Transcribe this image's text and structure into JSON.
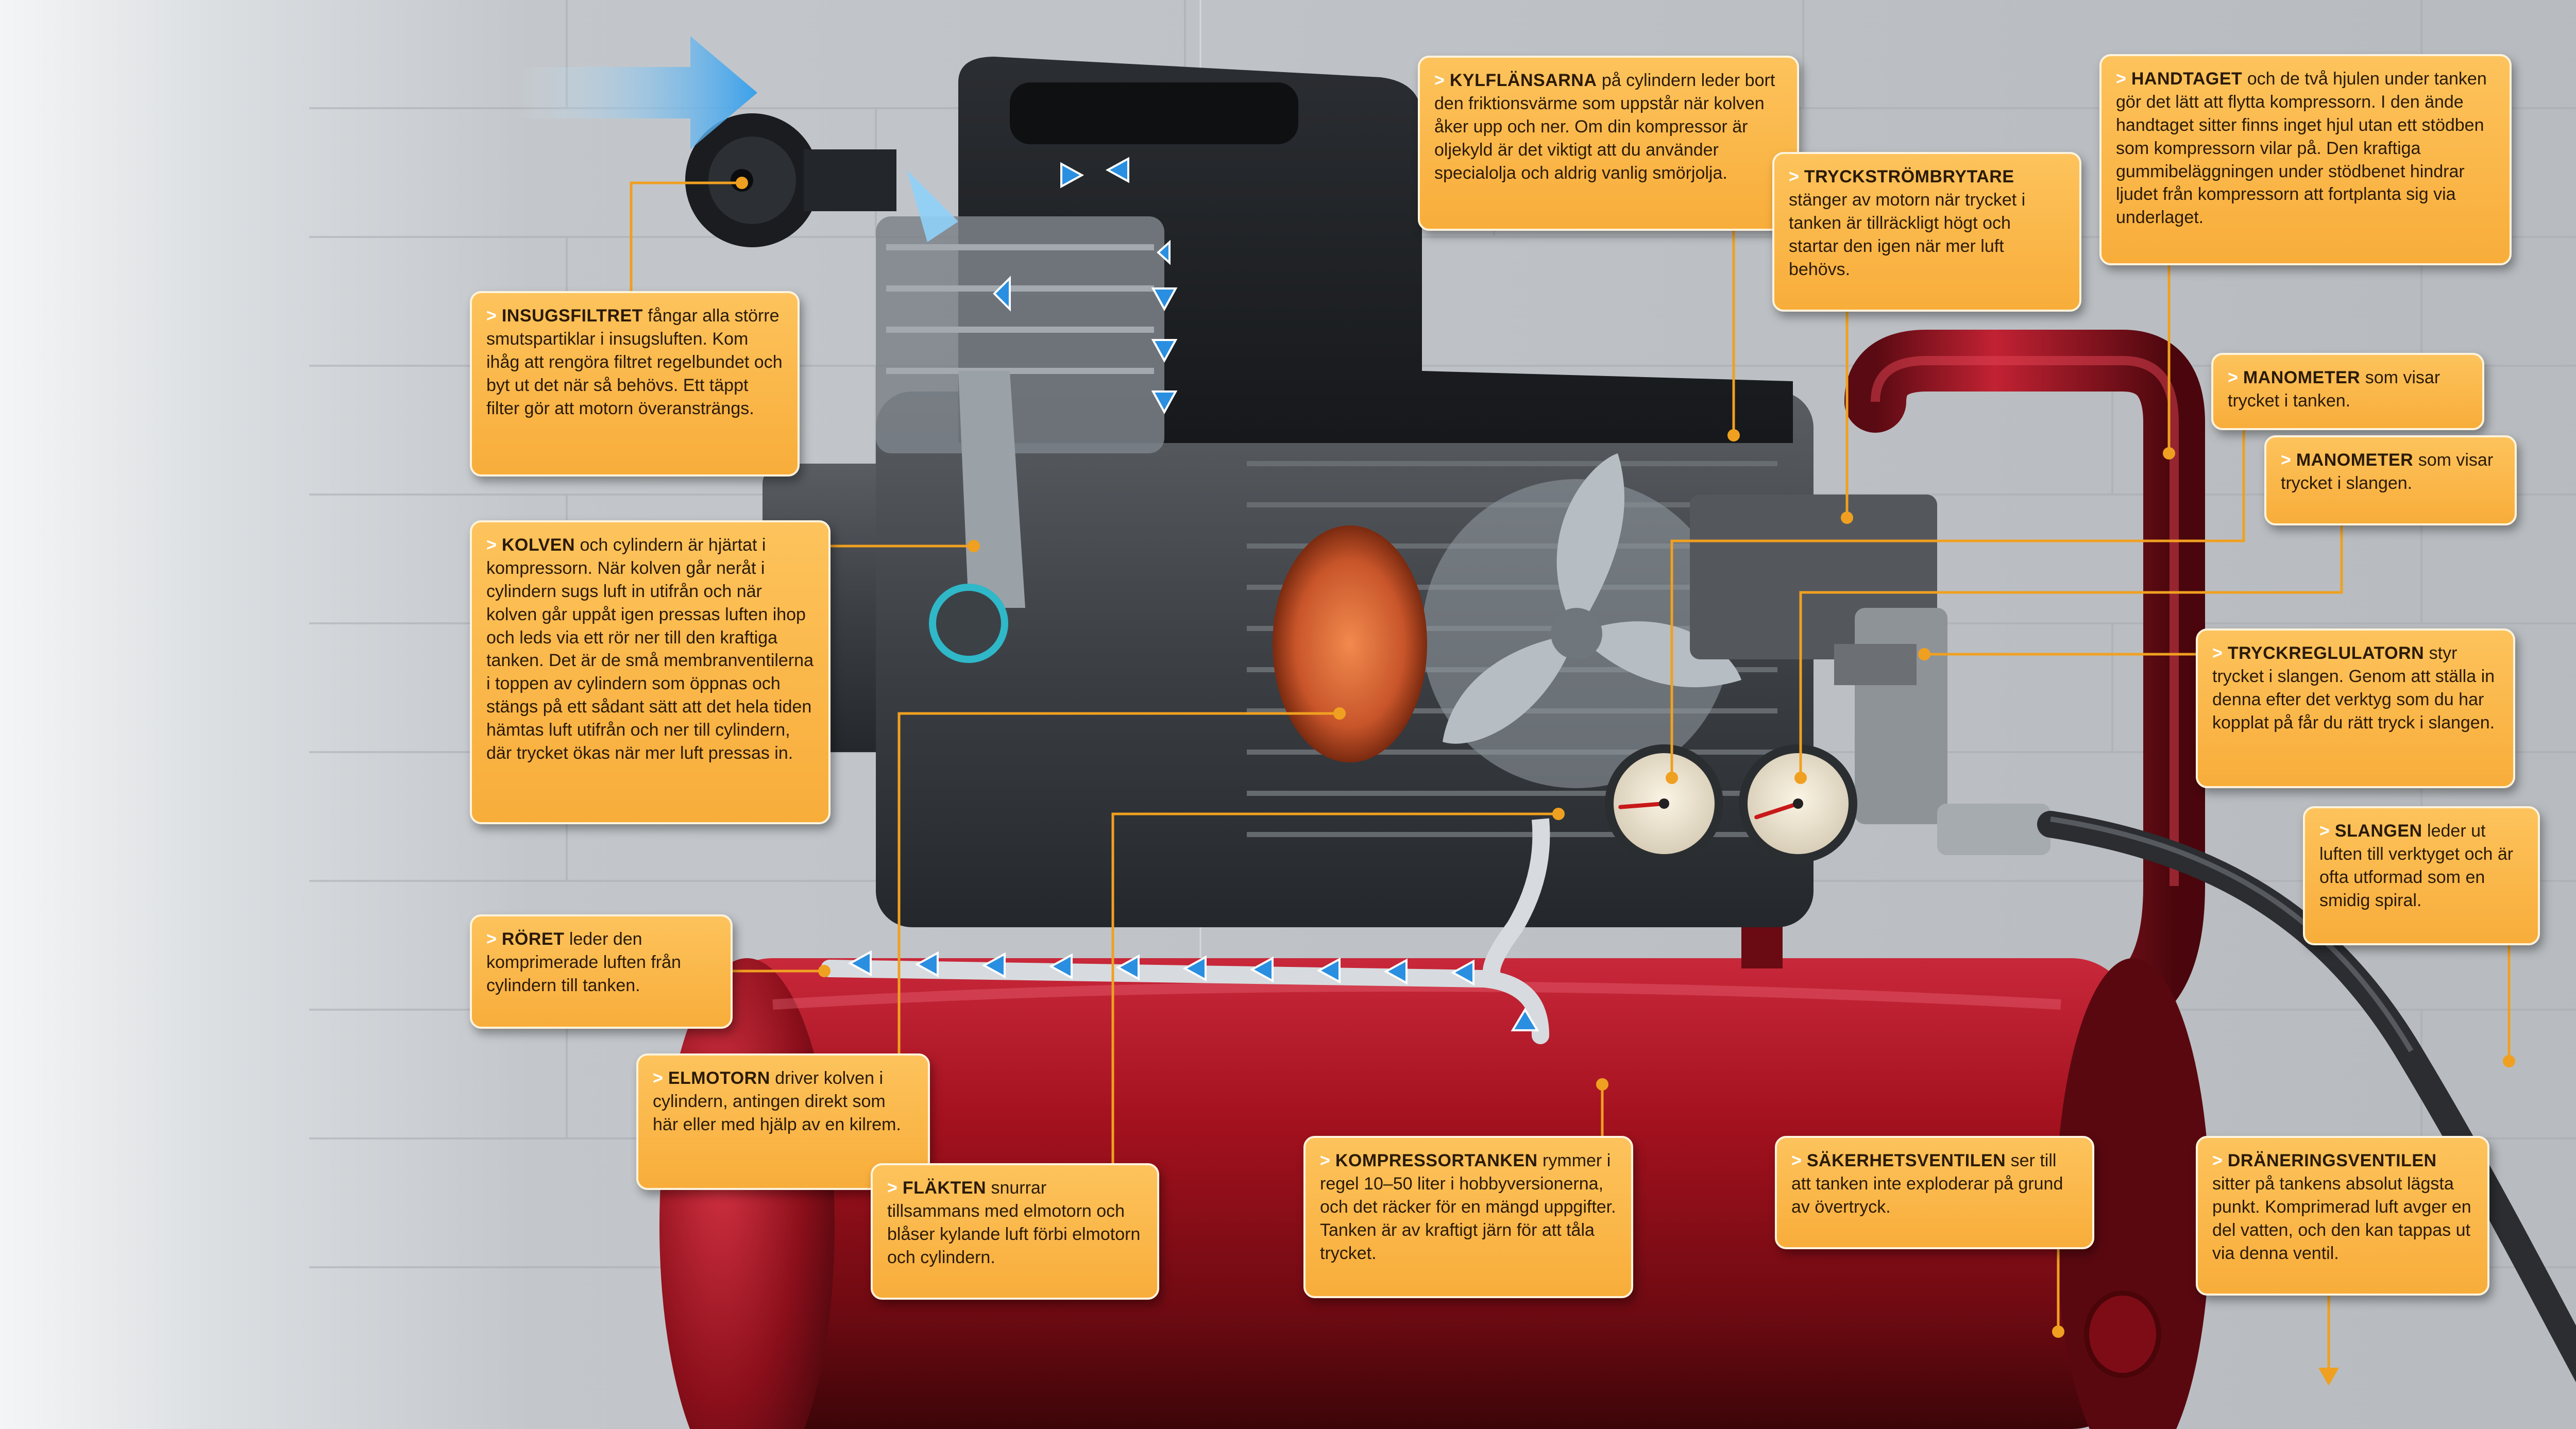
{
  "colors": {
    "callout_fill": "#f8ad3a",
    "leader_line": "#f0a020",
    "tank_red": "#8e1018",
    "flow_arrow_blue": "#2a8fe0"
  },
  "icons": {
    "pointer": "triangle-right-icon",
    "flow": "blue-flow-arrow-icon"
  },
  "callouts": {
    "insugsfiltret": {
      "head": "INSUGSFILTRET",
      "body": "fångar alla större smutspartiklar i insugsluften. Kom ihåg att rengöra filtret regelbundet och byt ut det när så behövs. Ett täppt filter gör att motorn överansträngs."
    },
    "kolven": {
      "head": "KOLVEN",
      "body": "och cylindern är hjärtat i kompressorn. När kolven går neråt i cylindern sugs luft in utifrån och när kolven går uppåt igen pressas luften ihop och leds via ett rör ner till den kraftiga tanken. Det är de små membranventilerna i toppen av cylindern som öppnas och stängs på ett sådant sätt att det hela tiden hämtas luft utifrån och ner till cylindern, där trycket ökas när mer luft pressas in."
    },
    "roret": {
      "head": "RÖRET",
      "body": "leder den komprimerade luften från cylindern till tanken."
    },
    "elmotorn": {
      "head": "ELMOTORN",
      "body": "driver kolven i cylindern, antingen direkt som här eller med hjälp av en kilrem."
    },
    "flakten": {
      "head": "FLÄKTEN",
      "body": "snurrar tillsammans med elmotorn och blåser kylande luft förbi elmotorn och cylindern."
    },
    "kompressortanken": {
      "head": "KOMPRESSORTANKEN",
      "body": "rymmer i regel 10–50 liter i hobbyversionerna, och det räcker för en mängd uppgifter. Tanken är av kraftigt järn för att tåla trycket."
    },
    "kylflansarna": {
      "head": "KYLFLÄNSARNA",
      "body": "på cylindern leder bort den friktionsvärme som uppstår när kolven åker upp och ner. Om din kompressor är oljekyld är det viktigt att du använder specialolja och aldrig vanlig smörjolja."
    },
    "tryckstrombrytare": {
      "head": "TRYCKSTRÖMBRYTARE",
      "body": "stänger av motorn när trycket i tanken är tillräckligt högt och startar den igen när mer luft behövs."
    },
    "handtaget": {
      "head": "HANDTAGET",
      "body": "och de två hjulen under tanken gör det lätt att flytta kompressorn. I den ände handtaget sitter finns inget hjul utan ett stödben som kompressorn vilar på. Den kraftiga gummibeläggningen under stödbenet hindrar ljudet från kompressorn att fortplanta sig via underlaget."
    },
    "manometer_tank": {
      "head": "MANOMETER",
      "body": "som visar trycket i tanken."
    },
    "manometer_slang": {
      "head": "MANOMETER",
      "body": "som visar trycket i slangen."
    },
    "tryckregulatorn": {
      "head": "TRYCKREGLULATORN",
      "body": "styr trycket i slangen. Genom att ställa in denna efter det verktyg som du har kopplat på får du rätt tryck i slangen."
    },
    "slangen": {
      "head": "SLANGEN",
      "body": "leder ut luften till verktyget och är ofta utformad som en smidig spiral."
    },
    "sakerhetsventilen": {
      "head": "SÄKERHETSVENTILEN",
      "body": "ser till att tanken inte exploderar på grund av övertryck."
    },
    "draneringsventilen": {
      "head": "DRÄNERINGSVENTILEN",
      "body": "sitter på tankens absolut lägsta punkt. Komprimerad luft avger en del vatten, och den kan tappas ut via denna ventil."
    }
  },
  "gauges": {
    "tank": {
      "max_reading": 16,
      "unit": "bar",
      "needle_fraction": 0.15
    },
    "hose": {
      "max_reading": 16,
      "unit": "bar",
      "needle_fraction": 0.1
    }
  }
}
